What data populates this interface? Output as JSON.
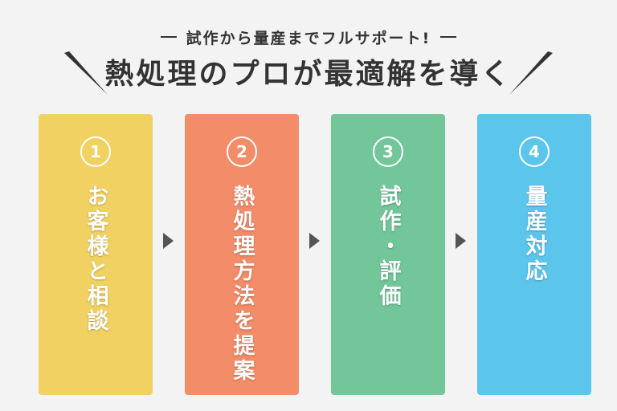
{
  "header": {
    "dash": "—",
    "subtitle": "試作から量産までフルサポート!",
    "title": "熱処理のプロが最適解を導く"
  },
  "steps": [
    {
      "number": "1",
      "label": "お客様と相談",
      "color": "#f2d163"
    },
    {
      "number": "2",
      "label": "熱処理方法を提案",
      "color": "#f28c69"
    },
    {
      "number": "3",
      "label": "試作・評価",
      "color": "#72c69a"
    },
    {
      "number": "4",
      "label": "量産対応",
      "color": "#5cc5ec"
    }
  ],
  "colors": {
    "background": "#f3f3f3",
    "text": "#333333",
    "arrow": "#555555"
  }
}
